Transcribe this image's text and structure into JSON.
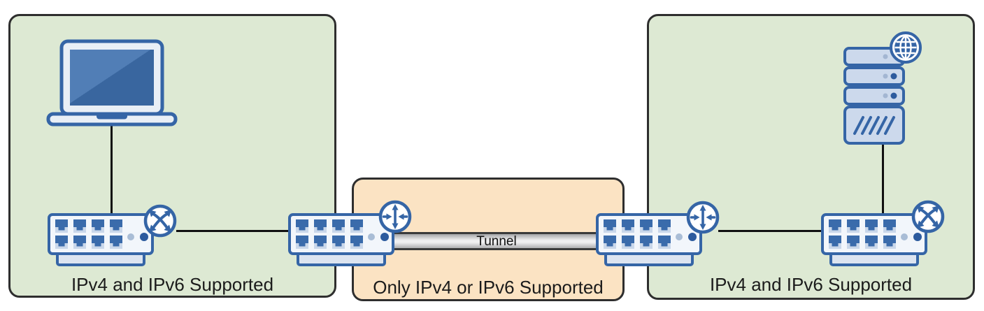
{
  "zones": [
    {
      "id": "lan-left",
      "label": "IPv4 and IPv6 Supported",
      "fill": "#dde9d3"
    },
    {
      "id": "tunnel-zone",
      "label": "Only IPv4 or IPv6 Supported",
      "fill": "#fbe3c3"
    },
    {
      "id": "lan-right",
      "label": "IPv4 and IPv6 Supported",
      "fill": "#dde9d3"
    }
  ],
  "tunnel": {
    "label": "Tunnel"
  },
  "icons": {
    "laptop": "laptop-icon",
    "switch": "switch-icon",
    "server": "server-icon",
    "globe_badge": "globe-icon",
    "crossed_arrows_badge": "crossed-arrows-badge-icon",
    "inward_arrows_badge": "inward-arrows-badge-icon"
  },
  "connections": [
    {
      "from": "laptop",
      "to": "switch-1"
    },
    {
      "from": "switch-1",
      "to": "switch-2"
    },
    {
      "from": "switch-2",
      "to": "switch-3",
      "via": "Tunnel"
    },
    {
      "from": "switch-3",
      "to": "switch-4"
    },
    {
      "from": "server",
      "to": "switch-4"
    }
  ],
  "colors": {
    "zone_green": "#dde9d3",
    "zone_orange": "#fbe3c3",
    "zone_border": "#2e2e2e",
    "device_blue": "#3565a6",
    "device_fill": "#f2f6fb",
    "server_fill": "#ccd9ec",
    "led_light": "#a9bdd6",
    "led_dark": "#2d5b9e",
    "tunnel_gray": "#ededee",
    "line_black": "#111111"
  }
}
